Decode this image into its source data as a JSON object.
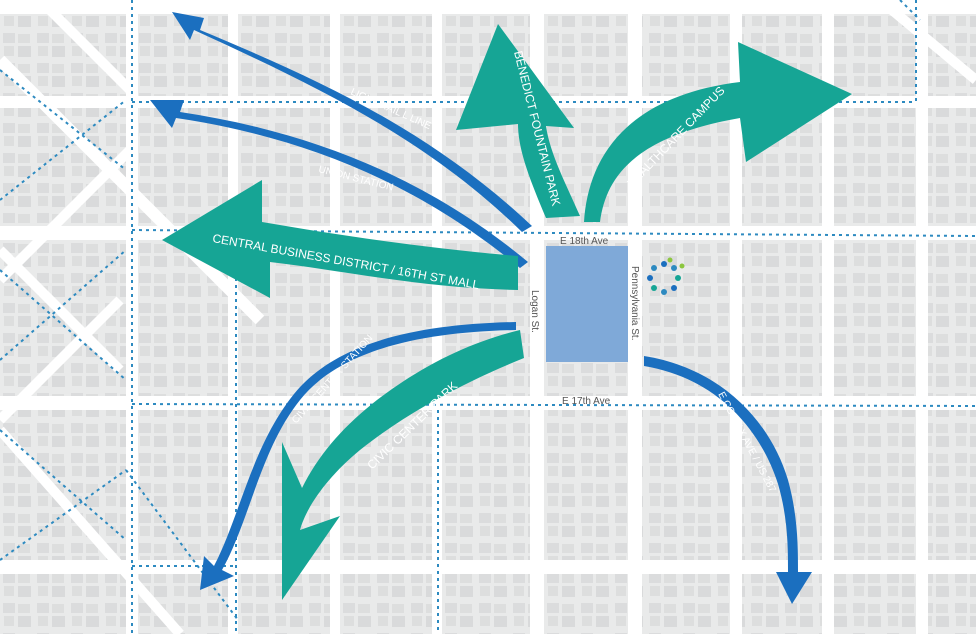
{
  "streets": {
    "e18th": "E 18th Ave",
    "e17th": "E 17th Ave",
    "logan": "Logan St.",
    "pennsylvania": "Pennsylvania St."
  },
  "destinations": {
    "light_rail": "LIGHT RAIL L LINE",
    "union_station": "UNION STATION",
    "cbd": "CENTRAL BUSINESS DISTRICT / 16TH ST MALL",
    "civic_center_station": "CIVIC CENTER STATION",
    "civic_center_park": "CIVIC CENTER PARK",
    "benedict": "BENEDICT FOUNTAIN PARK",
    "healthcare": "HEALTHCARE CAMPUS",
    "colfax": "E COLFAX AVE / US 287"
  },
  "colors": {
    "teal": "#16a595",
    "blue": "#1b6fbf",
    "site": "#7fa9d8",
    "dotted": "#2d8ac0",
    "street": "#ffffff",
    "block": "#e8e9e9",
    "building": "#d6d7d8"
  },
  "icons": {
    "logo": "pinwheel-logo-icon"
  }
}
